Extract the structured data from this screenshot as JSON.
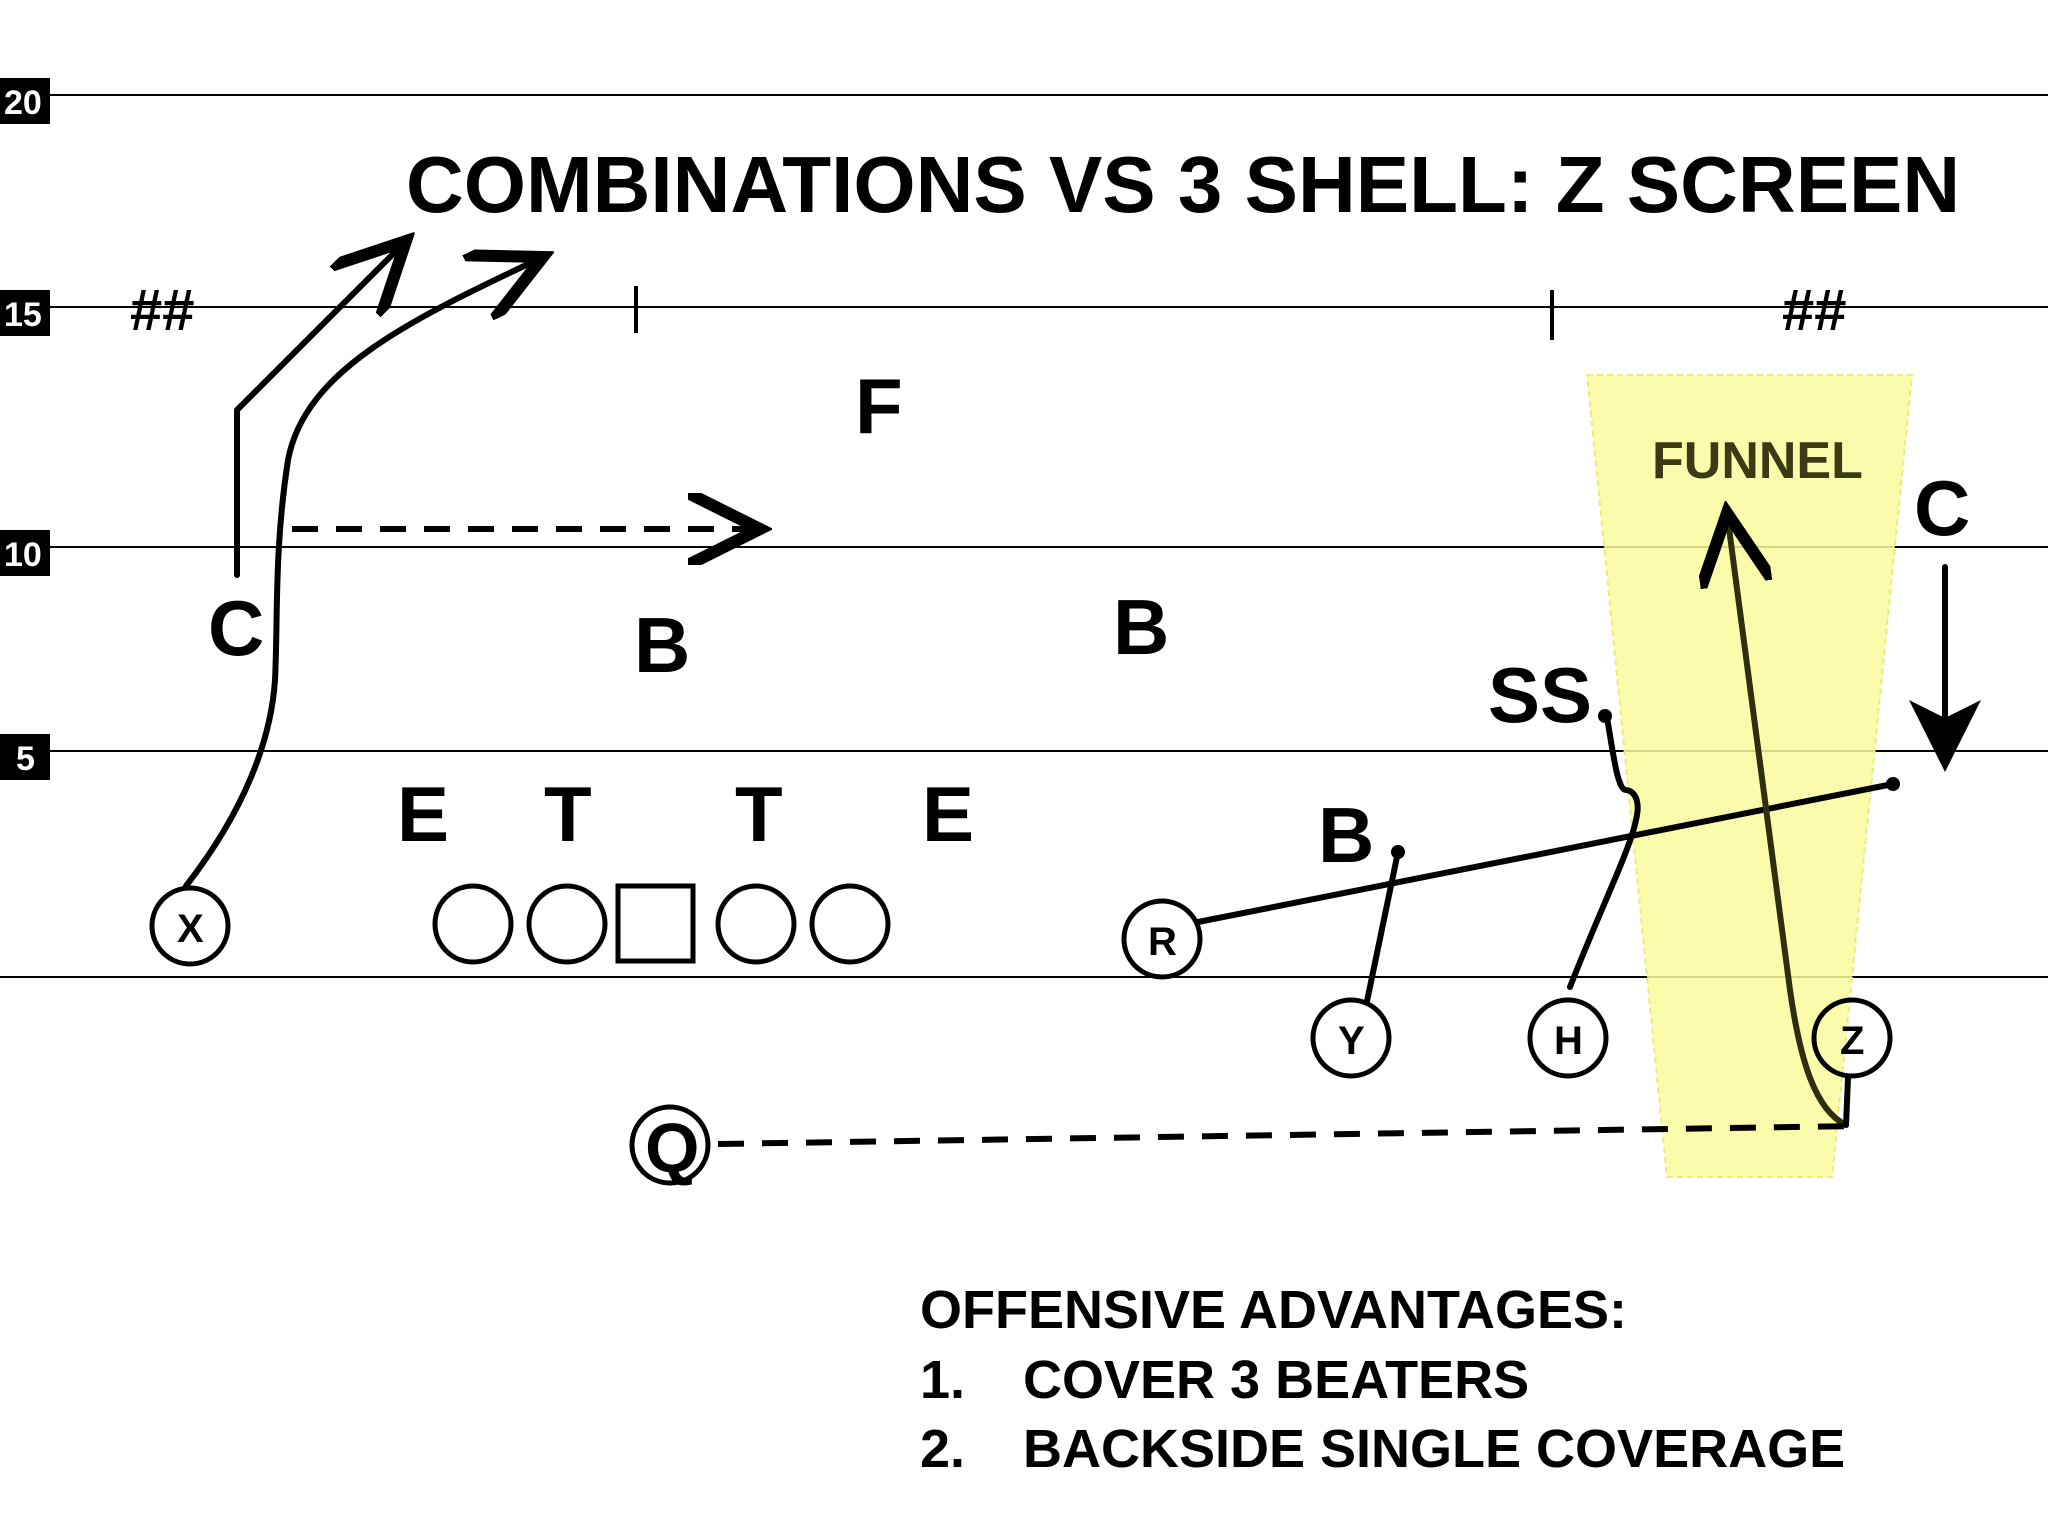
{
  "title": "COMBINATIONS VS 3 SHELL: Z SCREEN",
  "yard_lines": [
    "20",
    "15",
    "10",
    "5"
  ],
  "hash_labels": [
    "##",
    "##"
  ],
  "defense": {
    "corner_left": "C",
    "corner_right": "C",
    "free_safety": "F",
    "strong_safety": "SS",
    "backers": [
      "B",
      "B",
      "B"
    ],
    "line": [
      "E",
      "T",
      "T",
      "E"
    ]
  },
  "offense": {
    "x": "X",
    "r": "R",
    "y": "Y",
    "h": "H",
    "z": "Z",
    "q": "Q"
  },
  "zone_label": "FUNNEL",
  "zone_color": "#fafa9e",
  "notes": {
    "heading": "OFFENSIVE ADVANTAGES:",
    "items": [
      {
        "num": "1.",
        "text": "COVER 3 BEATERS"
      },
      {
        "num": "2.",
        "text": "BACKSIDE SINGLE COVERAGE"
      }
    ]
  }
}
